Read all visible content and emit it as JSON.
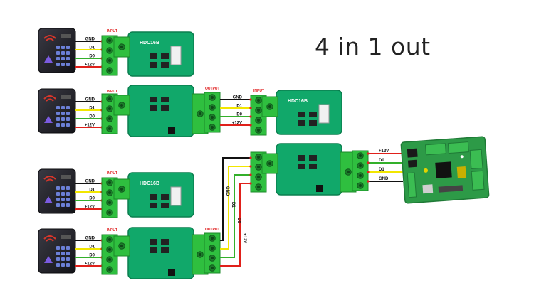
{
  "title": "4 in 1 out",
  "board_label": "HDC16B",
  "input_label": "INPUT",
  "output_label": "OUTPUT",
  "pins": [
    "GND",
    "D1",
    "D0",
    "+12V"
  ],
  "controller_pins": [
    "+12V",
    "D0",
    "D1",
    "GND"
  ],
  "wire_colors": {
    "GND": "#111111",
    "D1": "#f2e600",
    "D0": "#33b02a",
    "+12V": "#e0201a"
  },
  "colors": {
    "board": "#11a86a",
    "terminal": "#2fbf3f",
    "reader": "#1e1e24",
    "controller": "#2d9a47"
  }
}
